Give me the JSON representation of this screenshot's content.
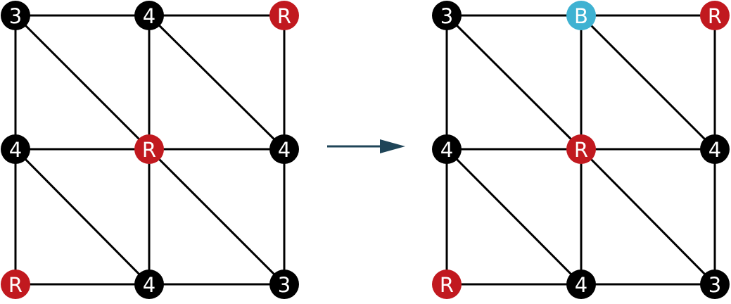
{
  "colors": {
    "black": "#000000",
    "red": "#c1191f",
    "blue": "#3fb2d2",
    "arrow": "#1f4558",
    "edge": "#000000"
  },
  "graphs": [
    {
      "name": "before",
      "nodes": [
        {
          "id": "tl",
          "label": "3",
          "color": "black"
        },
        {
          "id": "tm",
          "label": "4",
          "color": "black"
        },
        {
          "id": "tr",
          "label": "R",
          "color": "red"
        },
        {
          "id": "ml",
          "label": "4",
          "color": "black"
        },
        {
          "id": "mm",
          "label": "R",
          "color": "red"
        },
        {
          "id": "mr",
          "label": "4",
          "color": "black"
        },
        {
          "id": "bl",
          "label": "R",
          "color": "red"
        },
        {
          "id": "bm",
          "label": "4",
          "color": "black"
        },
        {
          "id": "br",
          "label": "3",
          "color": "black"
        }
      ],
      "edges": [
        [
          "tl",
          "tm"
        ],
        [
          "tm",
          "tr"
        ],
        [
          "ml",
          "mm"
        ],
        [
          "mm",
          "mr"
        ],
        [
          "bl",
          "bm"
        ],
        [
          "bm",
          "br"
        ],
        [
          "tl",
          "ml"
        ],
        [
          "ml",
          "bl"
        ],
        [
          "tm",
          "mm"
        ],
        [
          "mm",
          "bm"
        ],
        [
          "tr",
          "mr"
        ],
        [
          "mr",
          "br"
        ],
        [
          "tl",
          "mm"
        ],
        [
          "tm",
          "mr"
        ],
        [
          "ml",
          "bm"
        ],
        [
          "mm",
          "br"
        ]
      ]
    },
    {
      "name": "after",
      "nodes": [
        {
          "id": "tl",
          "label": "3",
          "color": "black"
        },
        {
          "id": "tm",
          "label": "B",
          "color": "blue"
        },
        {
          "id": "tr",
          "label": "R",
          "color": "red"
        },
        {
          "id": "ml",
          "label": "4",
          "color": "black"
        },
        {
          "id": "mm",
          "label": "R",
          "color": "red"
        },
        {
          "id": "mr",
          "label": "4",
          "color": "black"
        },
        {
          "id": "bl",
          "label": "R",
          "color": "red"
        },
        {
          "id": "bm",
          "label": "4",
          "color": "black"
        },
        {
          "id": "br",
          "label": "3",
          "color": "black"
        }
      ],
      "edges": [
        [
          "tl",
          "tm"
        ],
        [
          "tm",
          "tr"
        ],
        [
          "ml",
          "mm"
        ],
        [
          "mm",
          "mr"
        ],
        [
          "bl",
          "bm"
        ],
        [
          "bm",
          "br"
        ],
        [
          "tl",
          "ml"
        ],
        [
          "ml",
          "bl"
        ],
        [
          "tm",
          "mm"
        ],
        [
          "mm",
          "bm"
        ],
        [
          "tr",
          "mr"
        ],
        [
          "mr",
          "br"
        ],
        [
          "tl",
          "mm"
        ],
        [
          "tm",
          "mr"
        ],
        [
          "ml",
          "bm"
        ],
        [
          "mm",
          "br"
        ]
      ]
    }
  ]
}
